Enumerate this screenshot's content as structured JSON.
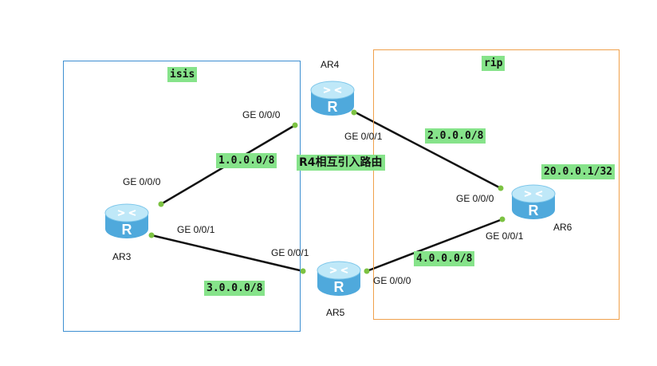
{
  "areas": {
    "isis": {
      "label": "isis",
      "color": "#3d8fd1"
    },
    "rip": {
      "label": "rip",
      "color": "#f0a04b"
    }
  },
  "routers": {
    "ar3": {
      "name": "AR3",
      "icon": "router-icon",
      "glyph": "R"
    },
    "ar4": {
      "name": "AR4",
      "icon": "router-icon",
      "glyph": "R"
    },
    "ar5": {
      "name": "AR5",
      "icon": "router-icon",
      "glyph": "R"
    },
    "ar6": {
      "name": "AR6",
      "icon": "router-icon",
      "glyph": "R"
    }
  },
  "ports": {
    "ar4_ge000": "GE 0/0/0",
    "ar4_ge001": "GE 0/0/1",
    "ar3_ge000": "GE 0/0/0",
    "ar3_ge001": "GE 0/0/1",
    "ar5_ge001": "GE 0/0/1",
    "ar5_ge000": "GE 0/0/0",
    "ar6_ge000": "GE 0/0/0",
    "ar6_ge001": "GE 0/0/1"
  },
  "networks": {
    "ar3_ar4": "1.0.0.0/8",
    "ar4_ar6": "2.0.0.0/8",
    "ar3_ar5": "3.0.0.0/8",
    "ar5_ar6": "4.0.0.0/8",
    "ar6_loopback": "20.0.0.1/32"
  },
  "annotation": "R4相互引入路由",
  "colors": {
    "link": "#111111",
    "port_dot": "#7cc242",
    "label_bg": "#86e38a",
    "router_top": "#bfe8f8",
    "router_body": "#5cb6e6",
    "router_bottom": "#3f97c9"
  }
}
